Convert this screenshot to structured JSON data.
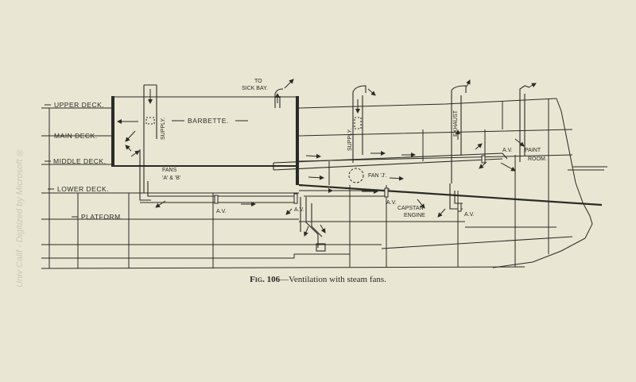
{
  "deck_labels": {
    "upper_deck": "UPPER DECK.",
    "main_deck": "MAIN DECK.",
    "middle_deck": "MIDDLE DECK.",
    "lower_deck": "LOWER DECK.",
    "platform": "PLATFORM."
  },
  "labels": {
    "barbette": "BARBETTE.",
    "supply_left": "SUPPLY.",
    "supply_mid": "SUPPLY.",
    "exhaust": "EXHAUST",
    "sick_bay_to": "TO",
    "sick_bay": "SICK BAY.",
    "fans_line1": "FANS",
    "fans_line2": "'A' & 'B'",
    "fan_j": "FAN 'J'.",
    "av_1": "A.V.",
    "av_2": "A.V.",
    "av_3": "A.V.",
    "av_4": "A.V.",
    "av_5": "A.V.",
    "capstan_line1": "CAPSTAN",
    "capstan_line2": "ENGINE",
    "paint_line1": "PAINT",
    "paint_line2": "ROOM."
  },
  "caption": {
    "fig": "Fig. 106",
    "text": "—Ventilation with steam fans."
  },
  "watermark": "Univ Calif - Digitized by Microsoft ®"
}
